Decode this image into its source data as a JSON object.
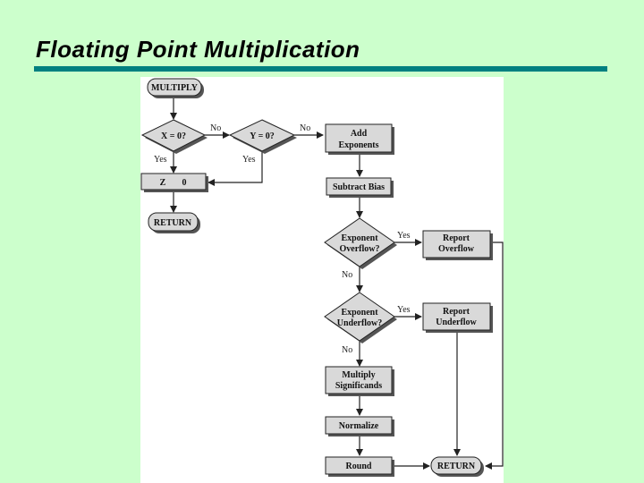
{
  "slide": {
    "title": "Floating Point Multiplication"
  },
  "flowchart": {
    "multiply": "MULTIPLY",
    "x_zero": "X = 0?",
    "y_zero": "Y = 0?",
    "z_zero": [
      "Z",
      "0"
    ],
    "return_left": "RETURN",
    "add_exponents": [
      "Add",
      "Exponents"
    ],
    "subtract_bias": "Subtract Bias",
    "exp_overflow": [
      "Exponent",
      "Overflow?"
    ],
    "report_overflow": [
      "Report",
      "Overflow"
    ],
    "exp_underflow": [
      "Exponent",
      "Underflow?"
    ],
    "report_underflow": [
      "Report",
      "Underflow"
    ],
    "multiply_significands": [
      "Multiply",
      "Significands"
    ],
    "normalize": "Normalize",
    "round": "Round",
    "return_right": "RETURN",
    "labels": {
      "no1": "No",
      "no2": "No",
      "yes_x": "Yes",
      "yes_y": "Yes",
      "yes_overflow": "Yes",
      "no_overflow": "No",
      "yes_underflow": "Yes",
      "no_underflow": "No"
    }
  }
}
